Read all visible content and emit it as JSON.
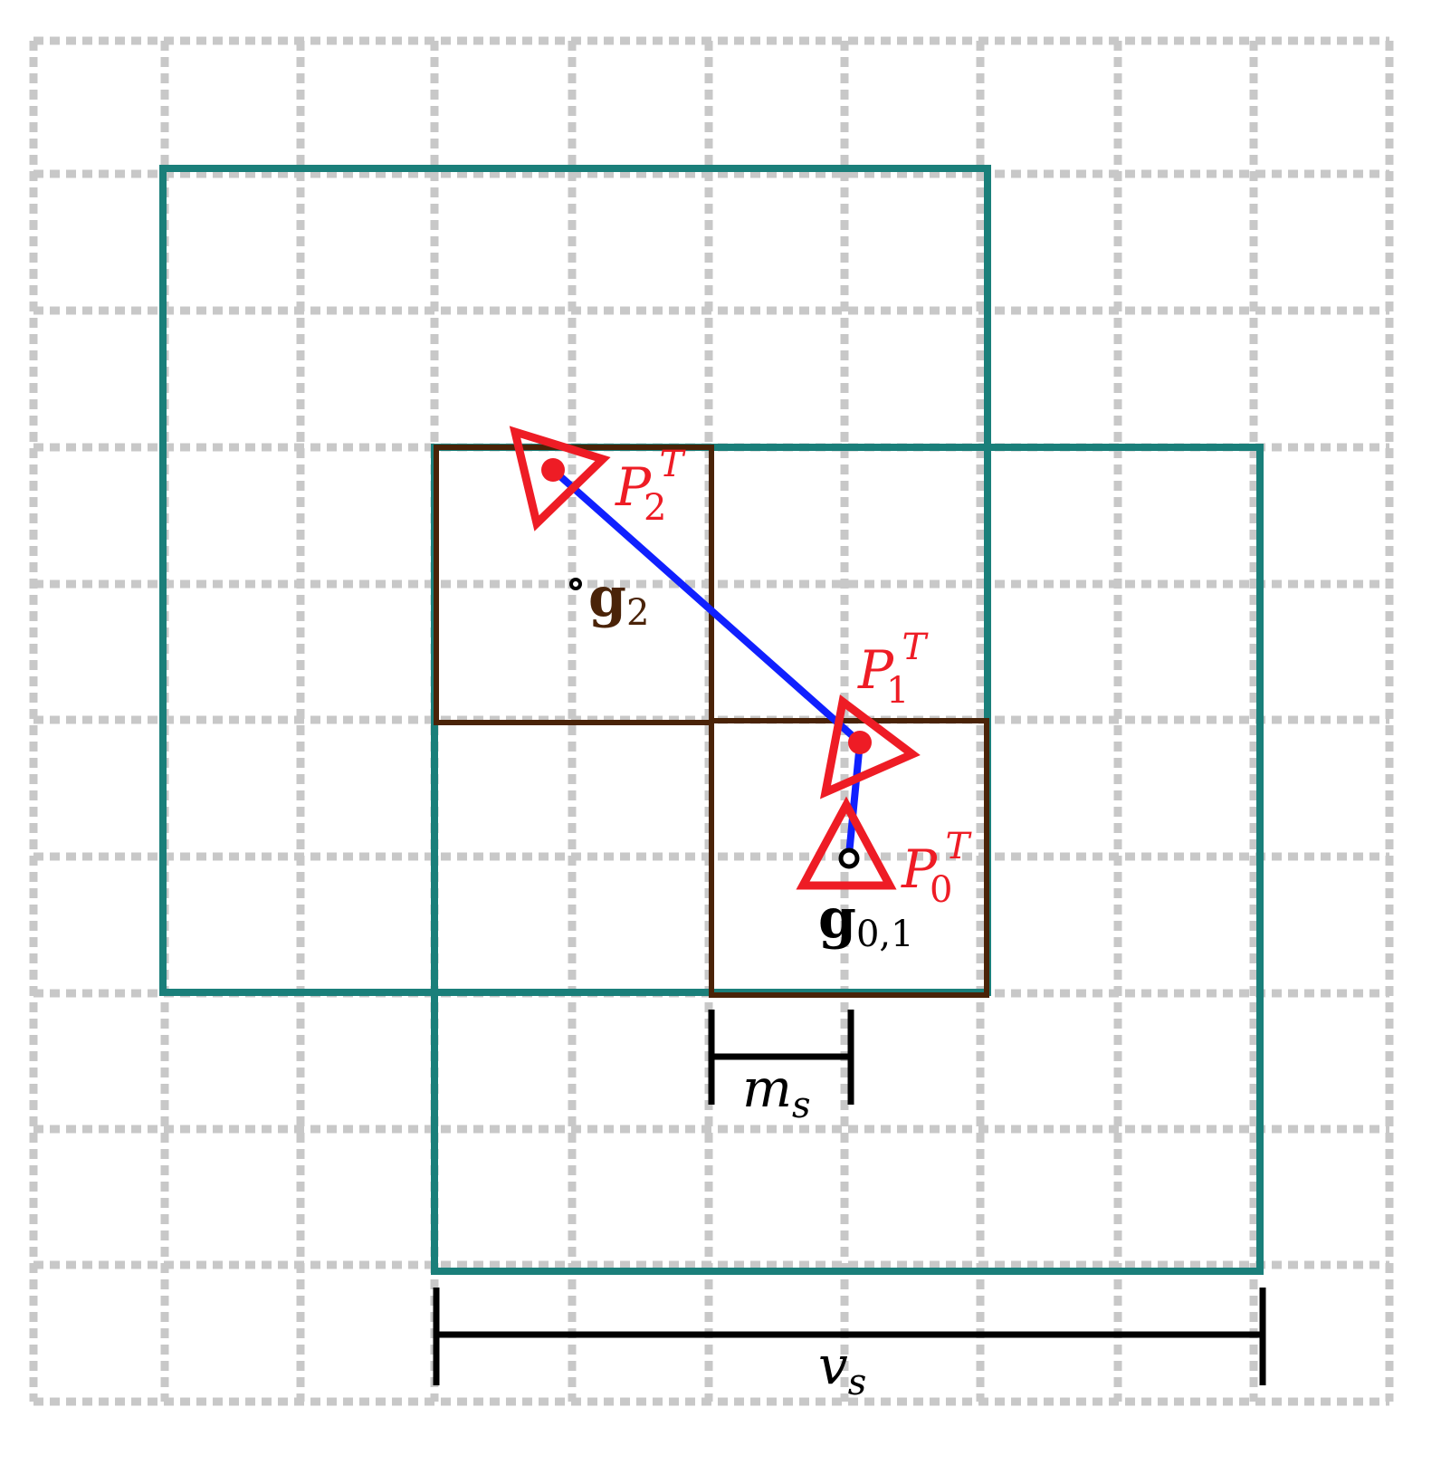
{
  "colors": {
    "grid": "#c8c8c8",
    "outer_box": "#1a7f7a",
    "inner_box": "#4a2308",
    "pose": "#ee1c25",
    "path": "#1020ff",
    "annotation": "#000000"
  },
  "labels": {
    "p2": {
      "base": "P",
      "sub": "2",
      "sup": "T"
    },
    "p1": {
      "base": "P",
      "sub": "1",
      "sup": "T"
    },
    "p0": {
      "base": "P",
      "sub": "0",
      "sup": "T"
    },
    "g2": {
      "base": "g",
      "sub": "2"
    },
    "g01": {
      "base": "g",
      "sub": "0,1"
    },
    "ms": {
      "base": "m",
      "sub": "s"
    },
    "vs": {
      "base": "v",
      "sub": "s"
    }
  },
  "icons": {
    "pose_marker": "triangle-outline-icon",
    "pose_point": "filled-dot-icon",
    "grid_point": "ring-dot-icon"
  }
}
